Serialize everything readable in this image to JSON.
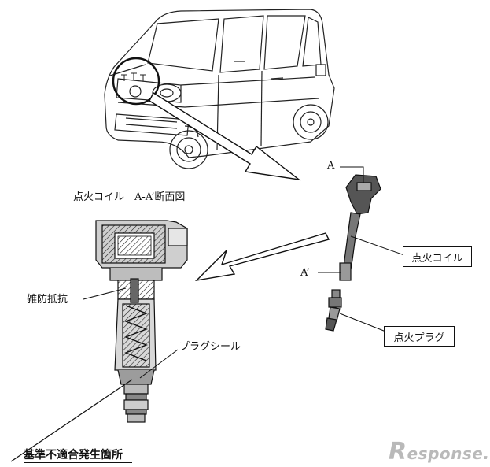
{
  "labels": {
    "section_title": "点火コイル　A-A’断面図",
    "section_a": "A",
    "section_a_prime": "A’",
    "coil_callout": "点火コイル",
    "plug_callout": "点火プラグ",
    "resistor_label": "雑防抵抗",
    "seal_label": "プラグシール",
    "defect_location": "基準不適合発生箇所"
  },
  "watermark": {
    "initial": "R",
    "rest": "esponse."
  },
  "colors": {
    "line": "#111111",
    "watermark": "#b9b9b9",
    "background": "#ffffff"
  }
}
